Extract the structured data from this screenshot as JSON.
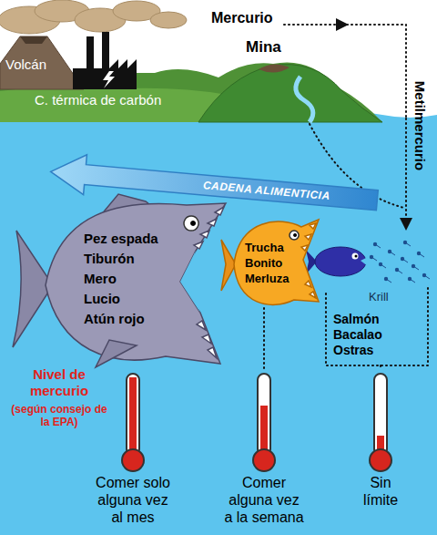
{
  "diagram": {
    "nodes": [
      {
        "text": [
          "CADENA ALIMENTICIA"
        ]
      },
      {
        "text": [
          "Pez espada",
          "Tiburón",
          "Mero",
          "Lucio",
          "Atún rojo"
        ]
      },
      {
        "text": [
          "Trucha",
          "Bonito",
          "Merluza"
        ]
      }
    ],
    "labels": [
      "Mercurio",
      "Metilmercurio",
      "Volcán",
      "Mina",
      "C. térmica de carbón",
      "Krill",
      "Salmón",
      "Bacalao",
      "Ostras",
      "Nivel de mercurio",
      "(según consejo de la EPA)",
      "Comer solo alguna vez al mes",
      "Comer alguna vez a la semana",
      "Sin límite"
    ]
  }
}
